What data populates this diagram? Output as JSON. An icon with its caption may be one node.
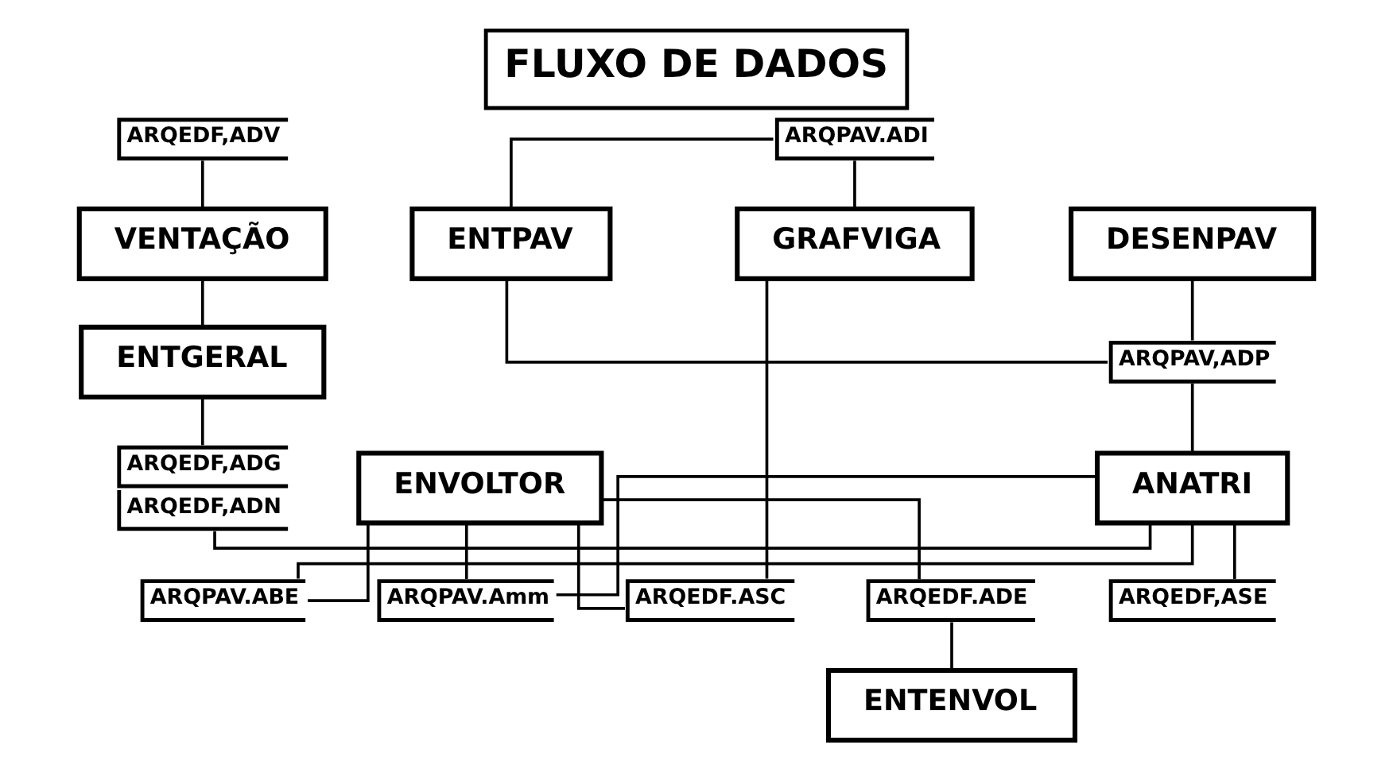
{
  "diagram": {
    "title": "FLUXO DE DADOS",
    "nodes": [
      {
        "text": [
          "ARQEDF,ADV"
        ]
      },
      {
        "text": [
          "VENTAÇÃO"
        ]
      },
      {
        "text": [
          "ENTGERAL"
        ]
      },
      {
        "text": [
          "ARQEDF,ADG",
          "ARQEDF,ADN"
        ]
      },
      {
        "text": [
          "DESENPAV"
        ]
      },
      {
        "text": [
          "ARQPAV,ADP"
        ]
      },
      {
        "text": [
          "ANATRI"
        ]
      },
      {
        "text": [
          "ARQEDF,ASE"
        ]
      },
      {
        "text": [
          "ENTPAV"
        ]
      },
      {
        "text": [
          "ARQPAV.ABE"
        ]
      },
      {
        "text": [
          "ENVOLTOR"
        ]
      },
      {
        "text": [
          "ARQPAV.Amm"
        ]
      },
      {
        "text": [
          "ARQPAV.ADI"
        ]
      },
      {
        "text": [
          "GRAFVIGA"
        ]
      },
      {
        "text": [
          "ARQEDF.ASC"
        ]
      },
      {
        "text": [
          "ARQEDF.ADE"
        ]
      },
      {
        "text": [
          "ENTENVOL"
        ]
      }
    ],
    "edges": [
      {
        "from": 0,
        "to": 1,
        "arrow": "none"
      },
      {
        "from": 1,
        "to": 2,
        "arrow": "none"
      },
      {
        "from": 2,
        "to": 3,
        "arrow": "none"
      },
      {
        "from": 3,
        "to": 6,
        "arrow": "none"
      },
      {
        "from": 4,
        "to": 5,
        "arrow": "none"
      },
      {
        "from": 5,
        "to": 6,
        "arrow": "none"
      },
      {
        "from": 8,
        "to": 5,
        "arrow": "none"
      },
      {
        "from": 6,
        "to": 7,
        "arrow": "none"
      },
      {
        "from": 6,
        "to": 9,
        "arrow": "none"
      },
      {
        "from": 6,
        "to": 11,
        "arrow": "none"
      },
      {
        "from": 9,
        "to": 10,
        "arrow": "none"
      },
      {
        "from": 10,
        "to": 11,
        "arrow": "none"
      },
      {
        "from": 8,
        "to": 12,
        "arrow": "none"
      },
      {
        "from": 12,
        "to": 13,
        "arrow": "none"
      },
      {
        "from": 13,
        "to": 14,
        "arrow": "none"
      },
      {
        "from": 10,
        "to": 14,
        "arrow": "none"
      },
      {
        "from": 10,
        "to": 15,
        "arrow": "none"
      },
      {
        "from": 15,
        "to": 16,
        "arrow": "none"
      }
    ]
  }
}
